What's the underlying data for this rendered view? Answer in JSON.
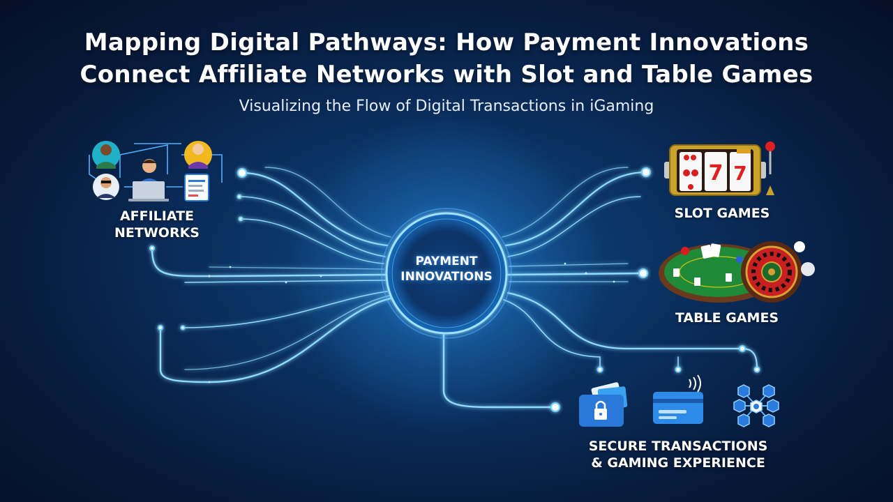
{
  "header": {
    "title_line1": "Mapping Digital Pathways: How Payment Innovations",
    "title_line2": "Connect Affiliate Networks with Slot and Table Games",
    "subtitle": "Visualizing the Flow of Digital Transactions in iGaming"
  },
  "hub": {
    "line1": "PAYMENT",
    "line2": "INNOVATIONS"
  },
  "nodes": {
    "affiliate": {
      "line1": "AFFILIATE",
      "line2": "NETWORKS",
      "icon": "affiliate-people-icon"
    },
    "slot": {
      "label": "SLOT GAMES",
      "icon": "slot-machine-icon"
    },
    "table": {
      "label": "TABLE GAMES",
      "icon": "roulette-table-icon"
    },
    "secure": {
      "line1": "SECURE TRANSACTIONS",
      "line2": "& GAMING EXPERIENCE",
      "icons": [
        "wallet-lock-icon",
        "contactless-card-icon",
        "blockchain-network-icon"
      ]
    }
  },
  "colors": {
    "glow": "#5cc8ff",
    "line": "#8fdcff",
    "background": "#0a2f5e"
  }
}
